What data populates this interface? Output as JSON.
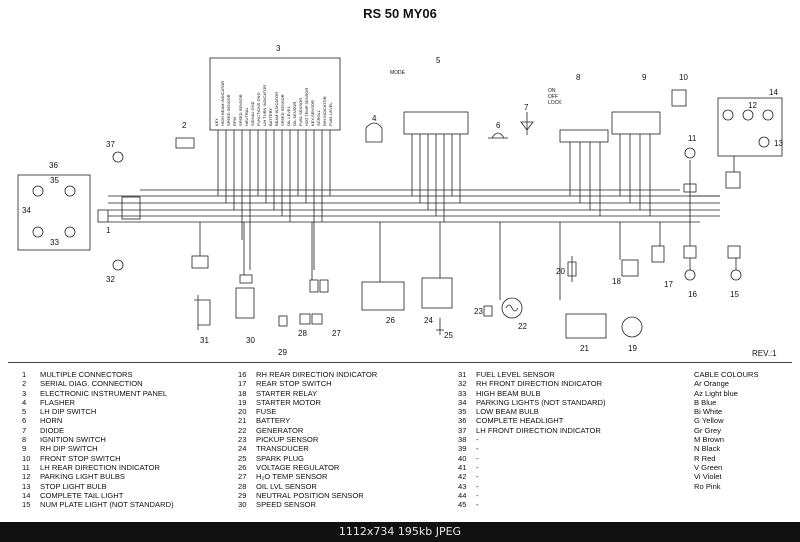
{
  "title": "RS 50 MY06",
  "revision": "REV.:1",
  "component_numbers": [
    "1",
    "2",
    "3",
    "4",
    "5",
    "6",
    "7",
    "8",
    "9",
    "10",
    "11",
    "12",
    "13",
    "14",
    "15",
    "16",
    "17",
    "18",
    "19",
    "20",
    "21",
    "22",
    "23",
    "24",
    "25",
    "26",
    "27",
    "28",
    "29",
    "30",
    "31",
    "32",
    "33",
    "34",
    "35",
    "36",
    "37"
  ],
  "switch_labels": [
    "ON",
    "OFF",
    "LOCK",
    "MODE"
  ],
  "panel_labels": [
    "KEY",
    "HIGH BEAM INDICATOR",
    "SPEED SENSOR",
    "RPM",
    "SPEED SENSOR",
    "NEUTRAL",
    "SIGNAL GND",
    "FUNCTIONS GND",
    "L/H TURN INDICATOR",
    "BATTERY",
    "BEAM INDICATOR",
    "SPEED SENSOR",
    "OIL LEVEL",
    "OIL SENSOR",
    "FUEL SENSOR",
    "H2O TEMP SENSOR",
    "KEY-SENSOR",
    "SCROLL",
    "R/H INDICATOR",
    "FUEL LEVEL"
  ],
  "legend_col1": [
    {
      "n": "1",
      "t": "MULTIPLE CONNECTORS"
    },
    {
      "n": "2",
      "t": "SERIAL DIAG. CONNECTION"
    },
    {
      "n": "3",
      "t": "ELECTRONIC INSTRUMENT PANEL"
    },
    {
      "n": "4",
      "t": "FLASHER"
    },
    {
      "n": "5",
      "t": "LH DIP SWITCH"
    },
    {
      "n": "6",
      "t": "HORN"
    },
    {
      "n": "7",
      "t": "DIODE"
    },
    {
      "n": "8",
      "t": "IGNITION SWITCH"
    },
    {
      "n": "9",
      "t": "RH DIP SWITCH"
    },
    {
      "n": "10",
      "t": "FRONT STOP SWITCH"
    },
    {
      "n": "11",
      "t": "LH REAR DIRECTION INDICATOR"
    },
    {
      "n": "12",
      "t": "PARKING LIGHT BULBS"
    },
    {
      "n": "13",
      "t": "STOP LIGHT BULB"
    },
    {
      "n": "14",
      "t": "COMPLETE TAIL LIGHT"
    },
    {
      "n": "15",
      "t": "NUM PLATE LIGHT (NOT STANDARD)"
    }
  ],
  "legend_col2": [
    {
      "n": "16",
      "t": "RH REAR DIRECTION INDICATOR"
    },
    {
      "n": "17",
      "t": "REAR STOP SWITCH"
    },
    {
      "n": "18",
      "t": "STARTER RELAY"
    },
    {
      "n": "19",
      "t": "STARTER MOTOR"
    },
    {
      "n": "20",
      "t": "FUSE"
    },
    {
      "n": "21",
      "t": "BATTERY"
    },
    {
      "n": "22",
      "t": "GENERATOR"
    },
    {
      "n": "23",
      "t": "PICKUP SENSOR"
    },
    {
      "n": "24",
      "t": "TRANSDUCER"
    },
    {
      "n": "25",
      "t": "SPARK PLUG"
    },
    {
      "n": "26",
      "t": "VOLTAGE REGULATOR"
    },
    {
      "n": "27",
      "t": "H₂O TEMP SENSOR"
    },
    {
      "n": "28",
      "t": "OIL LVL SENSOR"
    },
    {
      "n": "29",
      "t": "NEUTRAL POSITION SENSOR"
    },
    {
      "n": "30",
      "t": "SPEED SENSOR"
    }
  ],
  "legend_col3": [
    {
      "n": "31",
      "t": "FUEL LEVEL SENSOR"
    },
    {
      "n": "32",
      "t": "RH FRONT DIRECTION INDICATOR"
    },
    {
      "n": "33",
      "t": "HIGH BEAM BULB"
    },
    {
      "n": "34",
      "t": "PARKING LIGHTS (NOT STANDARD)"
    },
    {
      "n": "35",
      "t": "LOW BEAM BULB"
    },
    {
      "n": "36",
      "t": "COMPLETE HEADLIGHT"
    },
    {
      "n": "37",
      "t": "LH FRONT DIRECTION INDICATOR"
    },
    {
      "n": "38",
      "t": "-"
    },
    {
      "n": "39",
      "t": "-"
    },
    {
      "n": "40",
      "t": "-"
    },
    {
      "n": "41",
      "t": "-"
    },
    {
      "n": "42",
      "t": "-"
    },
    {
      "n": "43",
      "t": "-"
    },
    {
      "n": "44",
      "t": "-"
    },
    {
      "n": "45",
      "t": "-"
    }
  ],
  "cable_colours_title": "CABLE COLOURS",
  "cable_colours": [
    "Ar  Orange",
    "Az  Light blue",
    "B  Blue",
    "Bi  White",
    "G  Yellow",
    "Gr  Grey",
    "M  Brown",
    "N  Black",
    "R  Red",
    "V  Green",
    "Vi  Violet",
    "Ro  Pink"
  ],
  "footer": "1112x734  195kb  JPEG"
}
